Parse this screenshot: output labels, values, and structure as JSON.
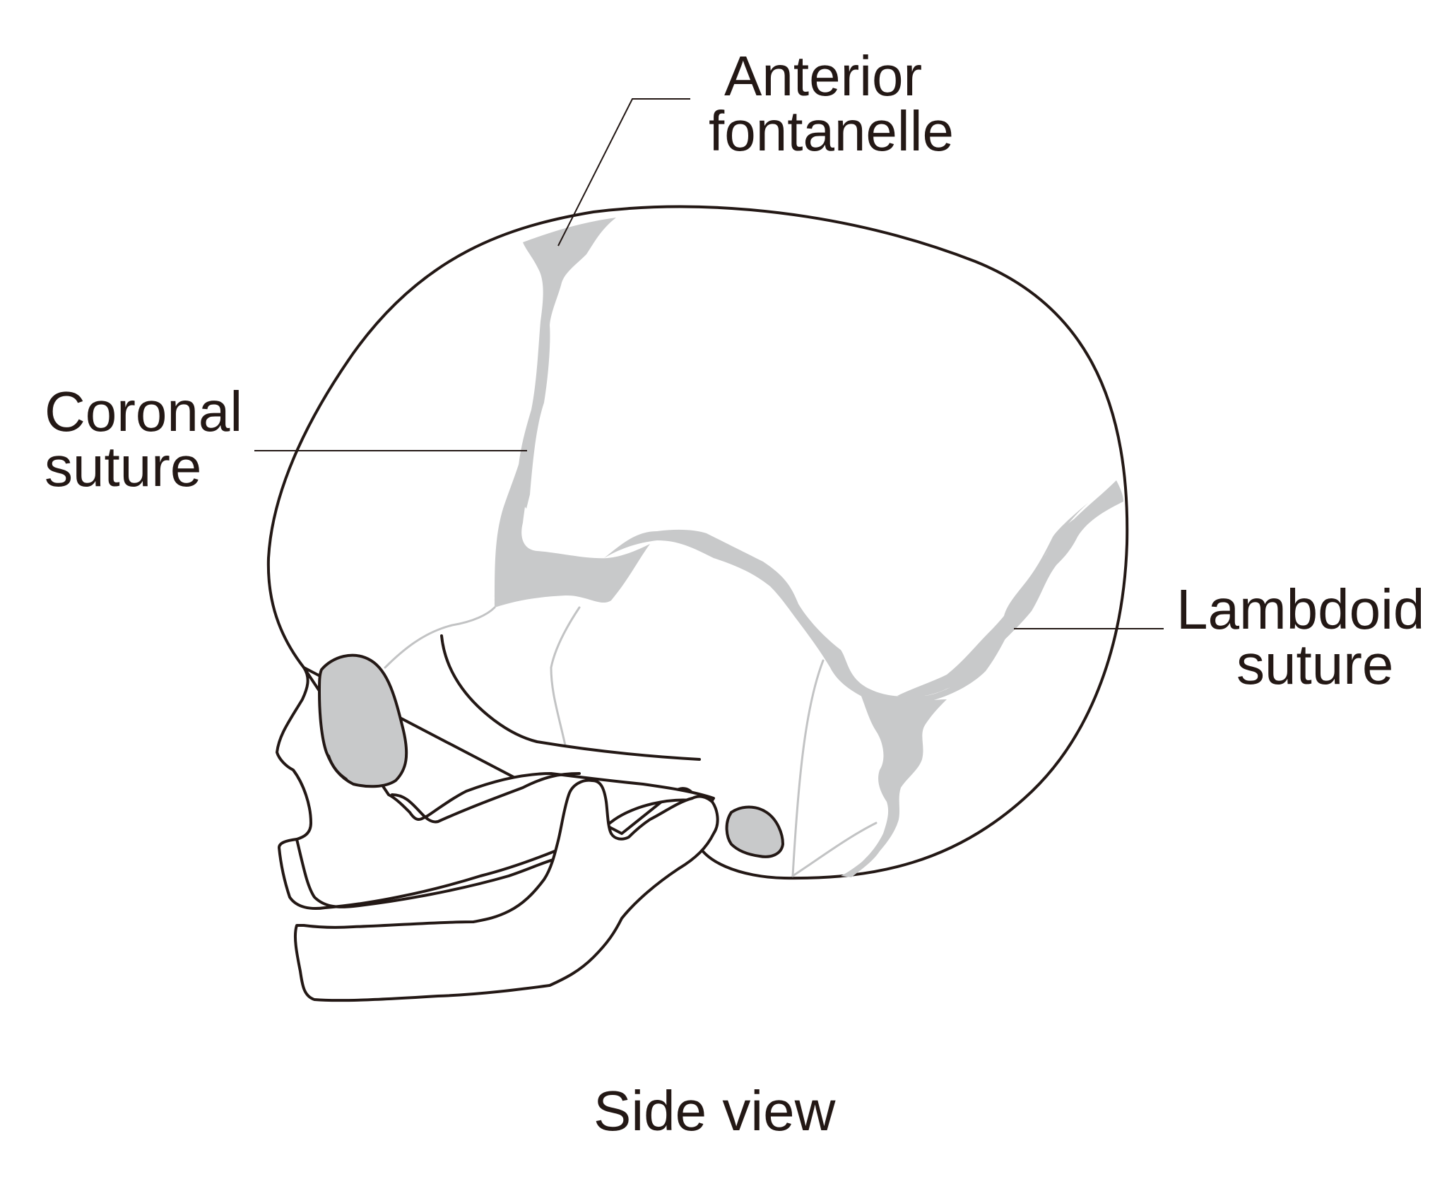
{
  "labels": {
    "anterior_fontanelle": [
      "Anterior",
      "fontanelle"
    ],
    "coronal_suture": [
      "Coronal",
      "suture"
    ],
    "lambdoid_suture": [
      "Lambdoid",
      "suture"
    ]
  },
  "caption": "Side view",
  "colors": {
    "outline": "#231815",
    "suture_fill": "#c8c9ca",
    "faint_line": "#c2c3c4",
    "background": "#ffffff"
  }
}
